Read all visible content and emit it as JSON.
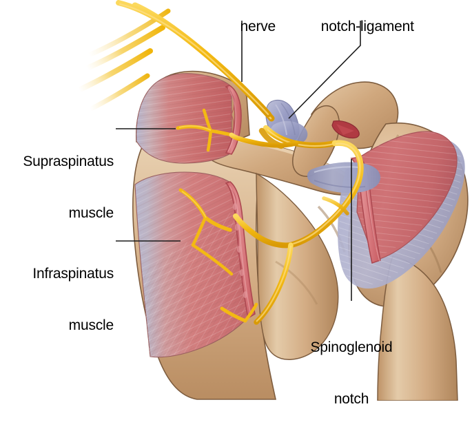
{
  "figure": {
    "title": "Posterior shoulder anatomy — suprascapular nerve course",
    "view": "posterior view of right scapula and humeral head"
  },
  "labels": {
    "nerve": "nerve",
    "notch_ligament": "notch-ligament",
    "supraspinatus_line1": "Supraspinatus",
    "supraspinatus_line2": "muscle",
    "infraspinatus_line1": "Infraspinatus",
    "infraspinatus_line2": "muscle",
    "spinoglenoid_line1": "Spinoglenoid",
    "spinoglenoid_line2": "notch"
  },
  "colors": {
    "background": "#ffffff",
    "bone": "#cfa87e",
    "bone_light": "#e2c5a2",
    "bone_shadow": "#a8805a",
    "bone_outline": "#7a5a3c",
    "muscle": "#cf7878",
    "muscle_deep": "#b45a5a",
    "muscle_light": "#e6a8a8",
    "muscle_cut": "#d9666a",
    "muscle_cut_outline": "#a8434a",
    "tendon_blue": "#9aa0c6",
    "tendon_blue_light": "#b9bedd",
    "ligament": "#9095bd",
    "nerve_yellow": "#f2b705",
    "nerve_yellow_light": "#fcd757",
    "nerve_outline": "#c98f06",
    "leader_line": "#1a1a1a",
    "text": "#000000",
    "cut_ligament_red": "#b03a42"
  },
  "icons": {
    "nerve_bundle": "nerve-icon",
    "muscle_belly": "muscle-icon",
    "bone_structure": "bone-icon",
    "ligament_band": "ligament-icon"
  },
  "leader_lines": {
    "nerve": "straight vertical from label down to nerve trunk",
    "notch_ligament": "bent line, vertical then diagonal down-left to ligament",
    "supraspinatus": "horizontal to supraspinatus muscle belly",
    "infraspinatus": "horizontal to infraspinatus muscle belly",
    "spinoglenoid": "straight vertical from notch down to label"
  }
}
